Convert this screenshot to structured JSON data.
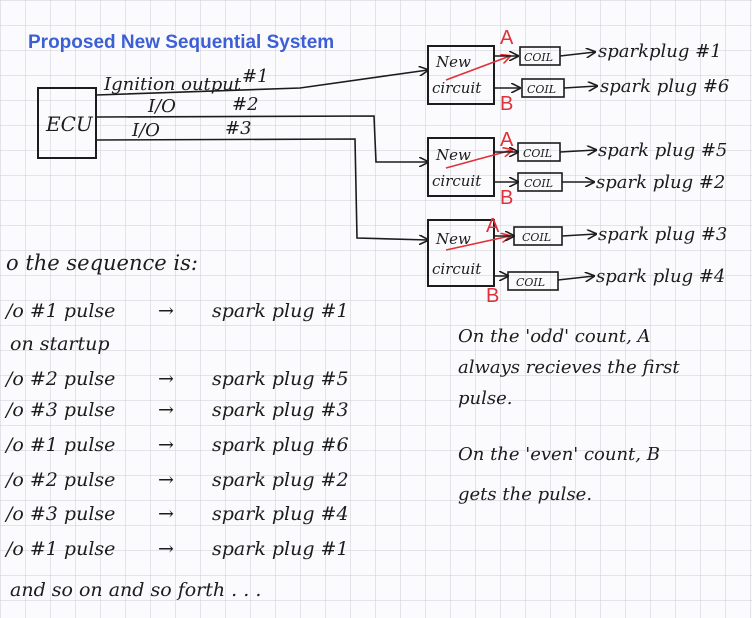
{
  "title": "Proposed New Sequential System",
  "ecu": {
    "label": "ECU"
  },
  "ecu_outputs": [
    {
      "label": "Ignition output",
      "number": "#1"
    },
    {
      "label": "I/O",
      "number": "#2"
    },
    {
      "label": "I/O",
      "number": "#3"
    }
  ],
  "circuits": [
    {
      "label_line1": "New",
      "label_line2": "circuit",
      "out_a": "A",
      "out_b": "B",
      "coil_a": "COIL",
      "coil_b": "COIL",
      "plug_a": "sparkplug #1",
      "plug_b": "spark plug #6"
    },
    {
      "label_line1": "New",
      "label_line2": "circuit",
      "out_a": "A",
      "out_b": "B",
      "coil_a": "COIL",
      "coil_b": "COIL",
      "plug_a": "spark plug #5",
      "plug_b": "spark plug #2"
    },
    {
      "label_line1": "New",
      "label_line2": "circuit",
      "out_a": "A",
      "out_b": "B",
      "coil_a": "COIL",
      "coil_b": "COIL",
      "plug_a": "spark plug #3",
      "plug_b": "spark plug #4"
    }
  ],
  "sequence": {
    "heading": "o the sequence is:",
    "lines": [
      {
        "input": "/o #1 pulse",
        "arrow": "→",
        "output": "spark plug #1"
      },
      {
        "input": "on startup",
        "arrow": "",
        "output": ""
      },
      {
        "input": "/o #2 pulse",
        "arrow": "→",
        "output": "spark plug #5"
      },
      {
        "input": "/o #3 pulse",
        "arrow": "→",
        "output": "spark plug #3"
      },
      {
        "input": "/o #1 pulse",
        "arrow": "→",
        "output": "spark plug #6"
      },
      {
        "input": "/o #2 pulse",
        "arrow": "→",
        "output": "spark plug #2"
      },
      {
        "input": "/o #3 pulse",
        "arrow": "→",
        "output": "spark plug #4"
      },
      {
        "input": "/o #1 pulse",
        "arrow": "→",
        "output": "spark plug #1"
      }
    ],
    "closing": "and so on and so forth . . ."
  },
  "notes": {
    "odd": [
      "On the 'odd' count, A",
      "always recieves the first",
      "pulse."
    ],
    "even": [
      "On the 'even' count, B",
      "gets the pulse."
    ]
  },
  "colors": {
    "grid": "#c9ccd8",
    "ink": "#1c1c1c",
    "red": "#e0313a",
    "title": "#3d5fd6",
    "paper": "#fbfbfd"
  }
}
